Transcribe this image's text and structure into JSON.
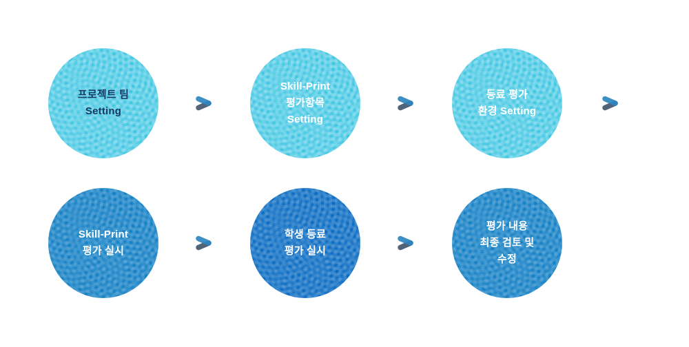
{
  "page": {
    "background": "#FFFFFF",
    "description": "6-step peer evaluation process flow diagram, two rows of three textured circles connected by chevron arrows"
  },
  "colors": {
    "circle_cyan": "#3EC6E2",
    "circle_blue": "#1380C5",
    "circle_deep_blue": "#0B6CC3",
    "text_navy": "#153A64",
    "text_white": "#FFFFFF",
    "arrow_blue": "#2E86C0",
    "arrow_slate": "#526478"
  },
  "steps": [
    {
      "id": 1,
      "lines": [
        "프로젝트 팀",
        "Setting"
      ],
      "fill": "#3EC6E2",
      "text_color": "#153A64"
    },
    {
      "id": 2,
      "lines": [
        "Skill-Print",
        "평가항목",
        "Setting"
      ],
      "fill": "#3EC6E2",
      "text_color": "#FFFFFF"
    },
    {
      "id": 3,
      "lines": [
        "등료 평가",
        "환경 Setting"
      ],
      "fill": "#3EC6E2",
      "text_color": "#FFFFFF"
    },
    {
      "id": 4,
      "lines": [
        "Skill-Print",
        "평가 실시"
      ],
      "fill": "#1380C5",
      "text_color": "#FFFFFF"
    },
    {
      "id": 5,
      "lines": [
        "학생 등료",
        "평가 실시"
      ],
      "fill": "#0B6CC3",
      "text_color": "#FFFFFF"
    },
    {
      "id": 6,
      "lines": [
        "평가 내용",
        "최종 검토 및",
        "수정"
      ],
      "fill": "#1380C5",
      "text_color": "#FFFFFF"
    }
  ],
  "arrows": {
    "count": 5,
    "icon": "chevron-right-icon",
    "stroke_blue": "#2E86C0",
    "stroke_slate": "#526478"
  }
}
